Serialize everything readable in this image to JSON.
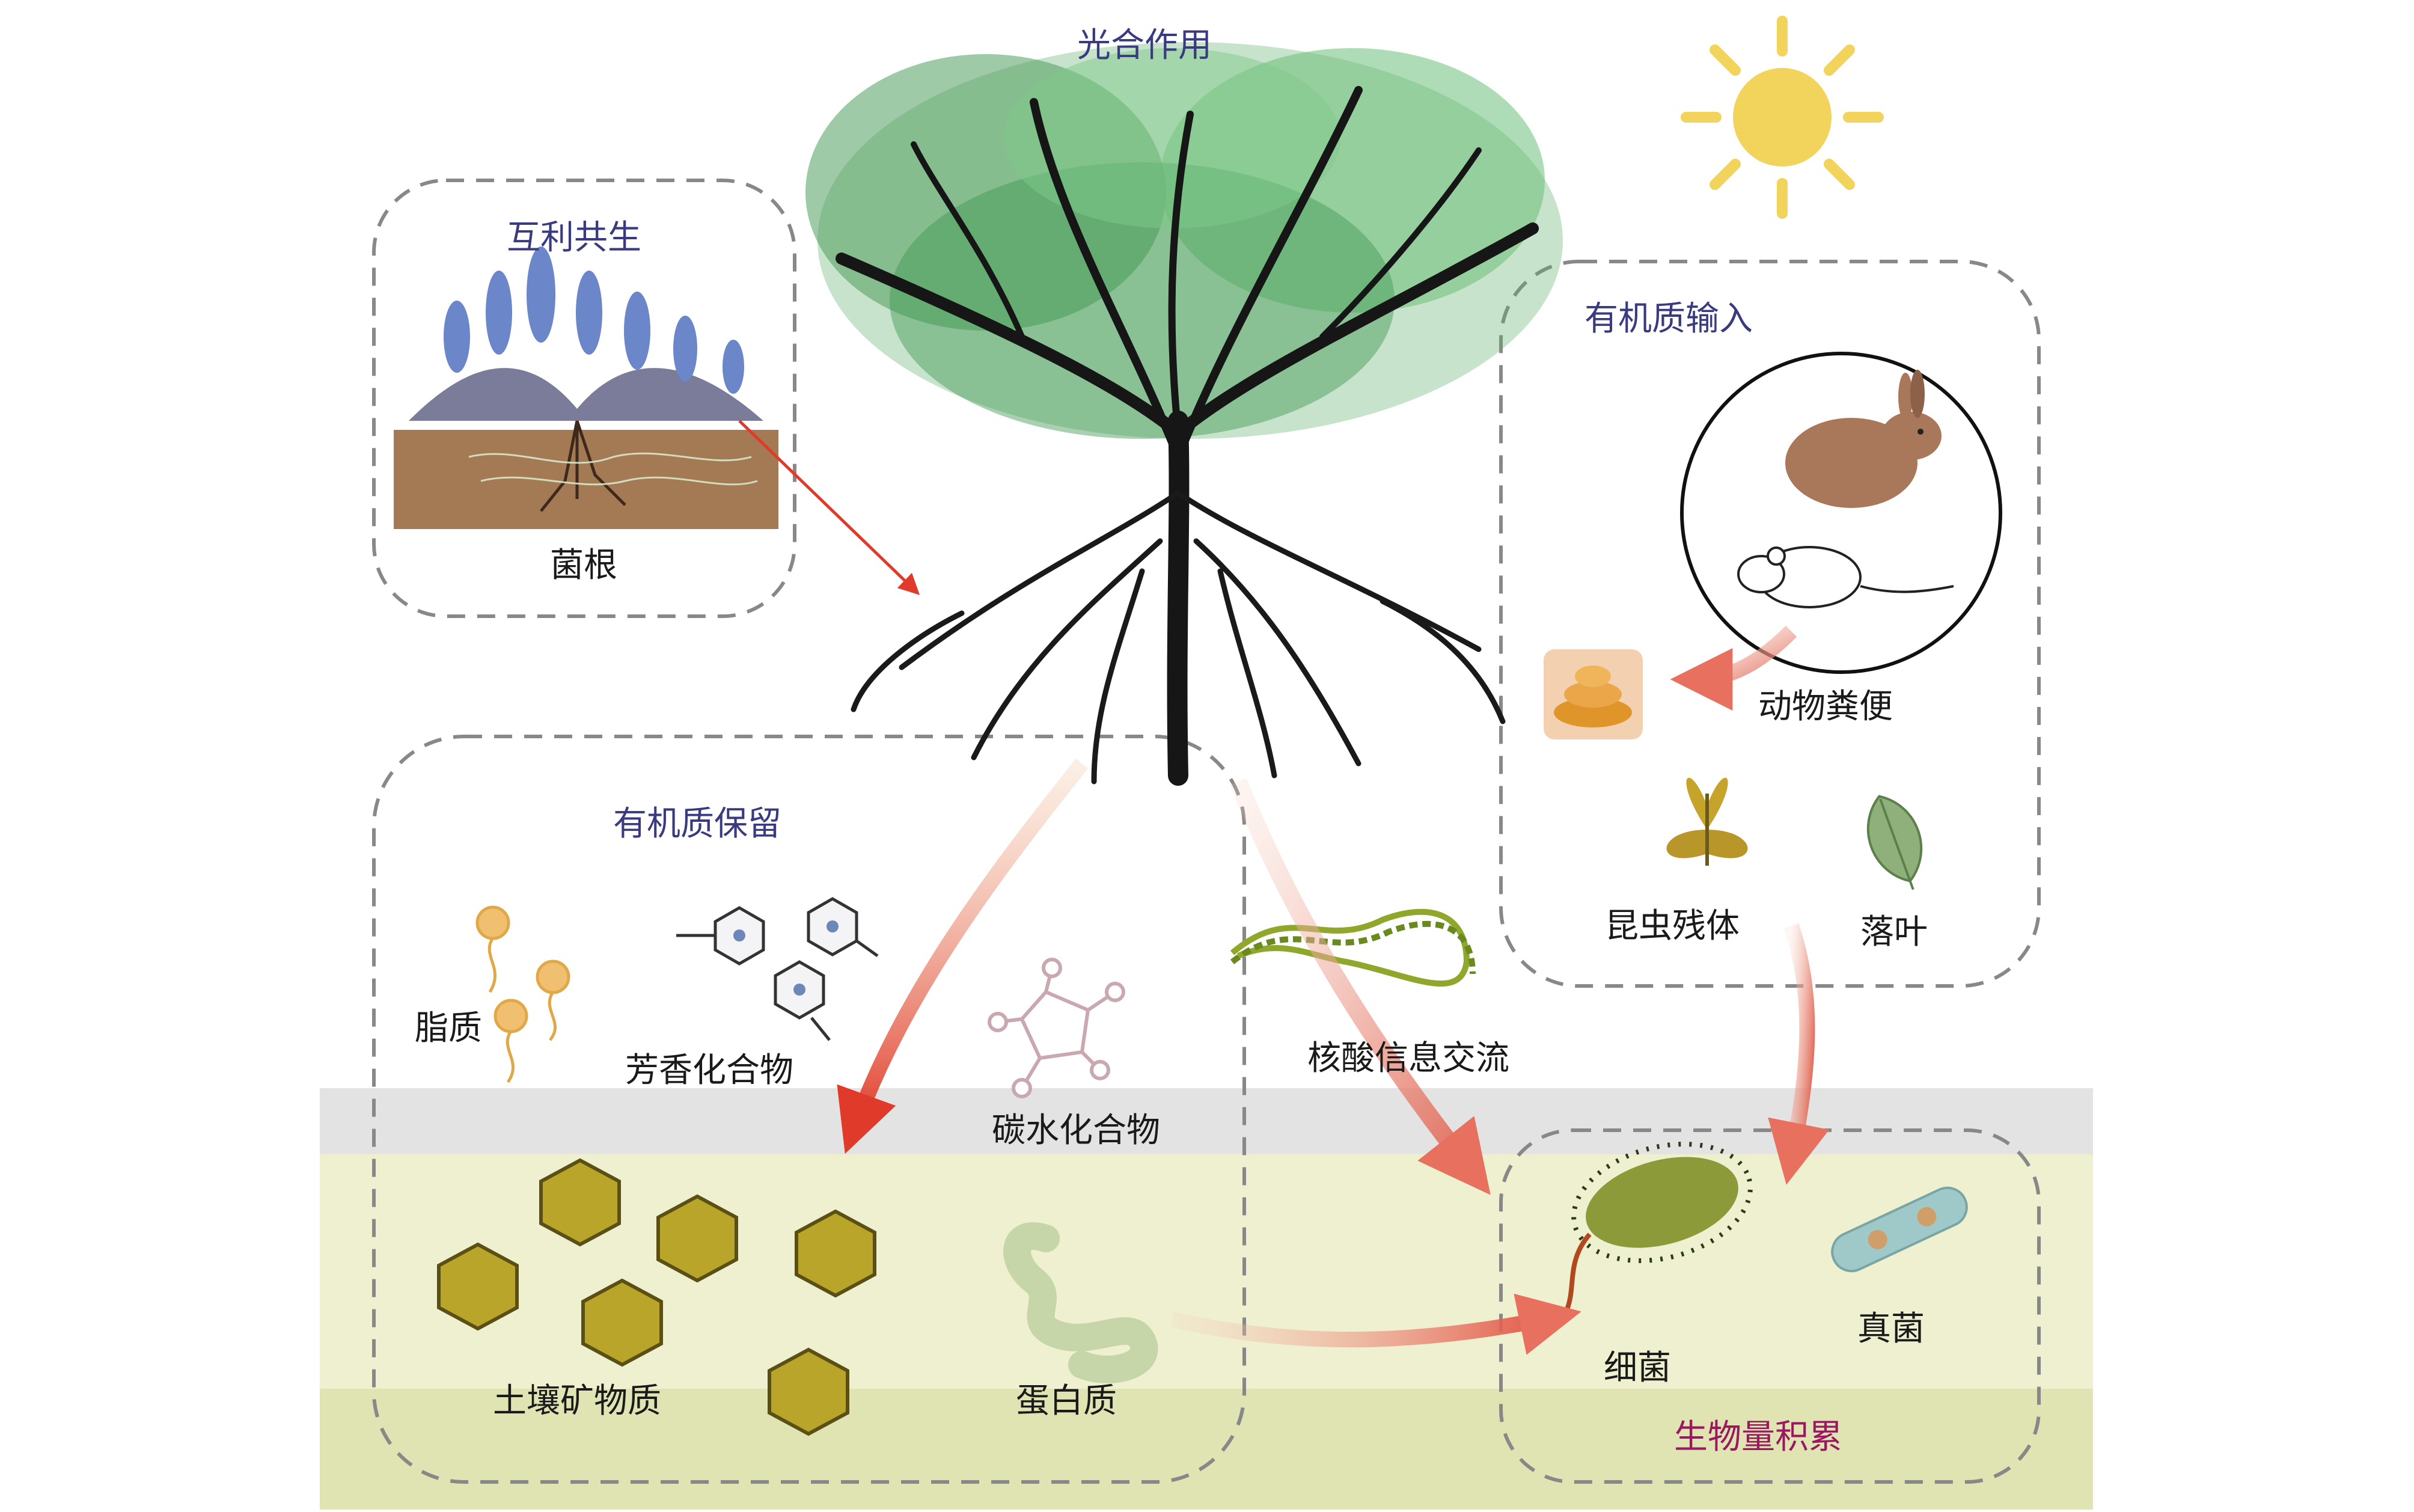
{
  "labels": {
    "photosynthesis": "光合作用",
    "mutualism": "互利共生",
    "mycorrhiza": "菌根",
    "om_input": "有机质输入",
    "animal_feces": "动物粪便",
    "insect_remains": "昆虫残体",
    "leaf_litter": "落叶",
    "om_retention": "有机质保留",
    "lipids": "脂质",
    "aromatics": "芳香化合物",
    "carbohydrates": "碳水化合物",
    "soil_minerals": "土壤矿物质",
    "protein": "蛋白质",
    "nucleic_exchange": "核酸信息交流",
    "bacteria": "细菌",
    "fungi": "真菌",
    "biomass_accum": "生物量积累"
  },
  "colors": {
    "soil_light": "#eef0cf",
    "soil_dark": "#dfe4b2",
    "band_grey": "#e3e3e3",
    "sun": "#f2d45c",
    "leaf": "#5fae6a",
    "mineral": "#b9a52a",
    "arrow_red": "#e03a2a",
    "bacteria": "#8c9a3a",
    "title_blue": "#3a3a80",
    "title_magenta": "#9a1860"
  },
  "icons": [
    "sun-icon",
    "tree-icon",
    "mycorrhiza-icon",
    "rabbit-icon",
    "mouse-icon",
    "feces-icon",
    "moth-icon",
    "leaf-icon",
    "lipid-icon",
    "aromatic-icon",
    "carbohydrate-icon",
    "mineral-icon",
    "protein-icon",
    "dna-icon",
    "bacterium-icon",
    "fungus-icon"
  ]
}
